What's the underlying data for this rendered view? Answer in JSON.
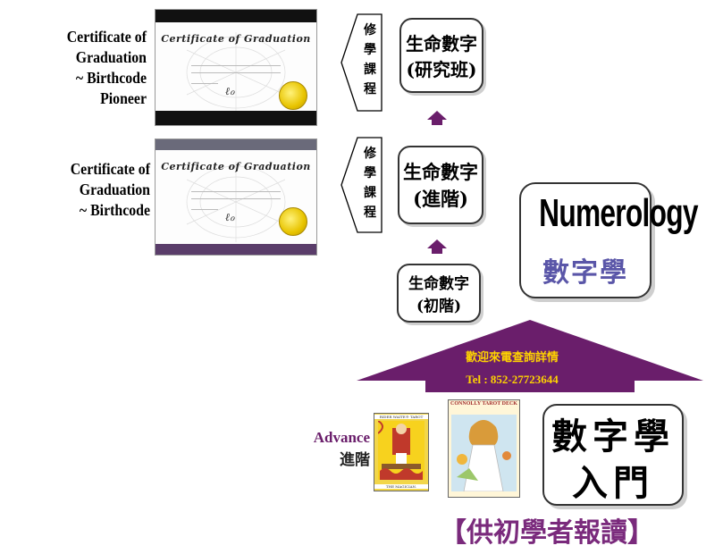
{
  "certificates": [
    {
      "caption_lines": [
        "Certificate of",
        "Graduation",
        "~ Birthcode",
        "Pioneer"
      ],
      "doc_title": "Certificate of Graduation"
    },
    {
      "caption_lines": [
        "Certificate of",
        "Graduation",
        "~ Birthcode"
      ],
      "doc_title": "Certificate of Graduation"
    }
  ],
  "study_tags": [
    {
      "text": "修學課程"
    },
    {
      "text": "修學課程"
    }
  ],
  "levels": {
    "research": {
      "line1": "生命數字",
      "line2": "(研究班)"
    },
    "advanced": {
      "line1": "生命數字",
      "line2": "(進階)"
    },
    "beginner": {
      "line1": "生命數字",
      "line2": "(初階)"
    }
  },
  "numerology": {
    "english": "Numerology",
    "chinese": "數字學"
  },
  "contact": {
    "line1": "歡迎來電查詢詳情",
    "line2": "Tel : 852-27723644"
  },
  "advance_label": {
    "english": "Advance",
    "chinese": "進階"
  },
  "tarot_cards": [
    {
      "header": "RIDER WAITE® TAROT",
      "footer": "THE MAGICIAN."
    },
    {
      "header": "CONNOLLY TAROT DECK"
    }
  ],
  "intro_box": {
    "line1": "數字學",
    "line2": "入門"
  },
  "bottom_title": "【供初學者報讀】",
  "colors": {
    "accent": "#6a1e6b",
    "highlight": "#ffd300",
    "numerology_cn": "#5a56a8"
  }
}
